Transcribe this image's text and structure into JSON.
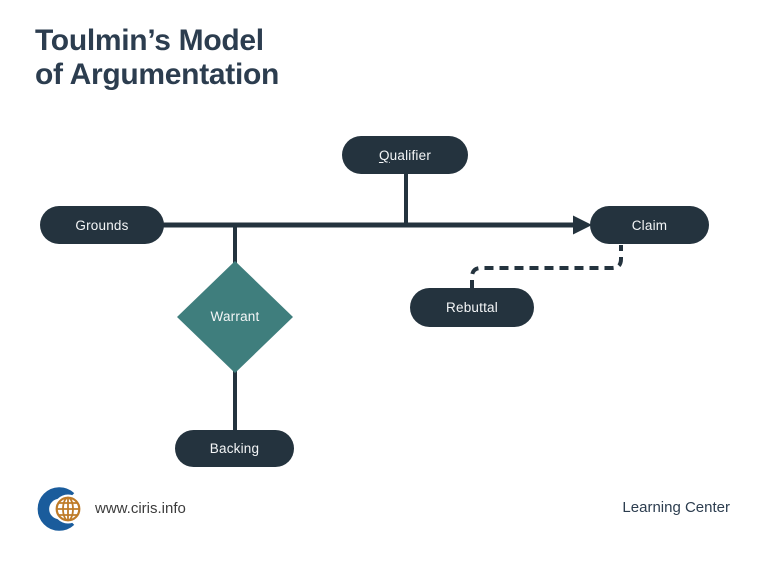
{
  "title": {
    "line1": "Toulmin’s Model",
    "line2": "of Argumentation"
  },
  "nodes": {
    "qualifier": {
      "label": "Qualifier",
      "shape": "pill"
    },
    "grounds": {
      "label": "Grounds",
      "shape": "pill"
    },
    "claim": {
      "label": "Claim",
      "shape": "pill"
    },
    "warrant": {
      "label": "Warrant",
      "shape": "diamond"
    },
    "rebuttal": {
      "label": "Rebuttal",
      "shape": "pill"
    },
    "backing": {
      "label": "Backing",
      "shape": "pill"
    }
  },
  "connectors": {
    "grounds_to_claim": "solid-arrow",
    "qualifier_to_main_line": "solid",
    "main_line_to_warrant": "solid",
    "warrant_to_backing": "solid",
    "rebuttal_to_claim": "dashed"
  },
  "footer": {
    "website": "www.ciris.info",
    "learning_center": "Learning Center",
    "logo": "ciris-c-globe-logo"
  },
  "colors": {
    "dark": "#24333e",
    "title": "#2c3d4f",
    "teal": "#3f7e7d",
    "logo-blue": "#1a5c9c",
    "logo-orange": "#be7b28",
    "footer-text": "#3c3c3c",
    "background": "#ffffff"
  }
}
